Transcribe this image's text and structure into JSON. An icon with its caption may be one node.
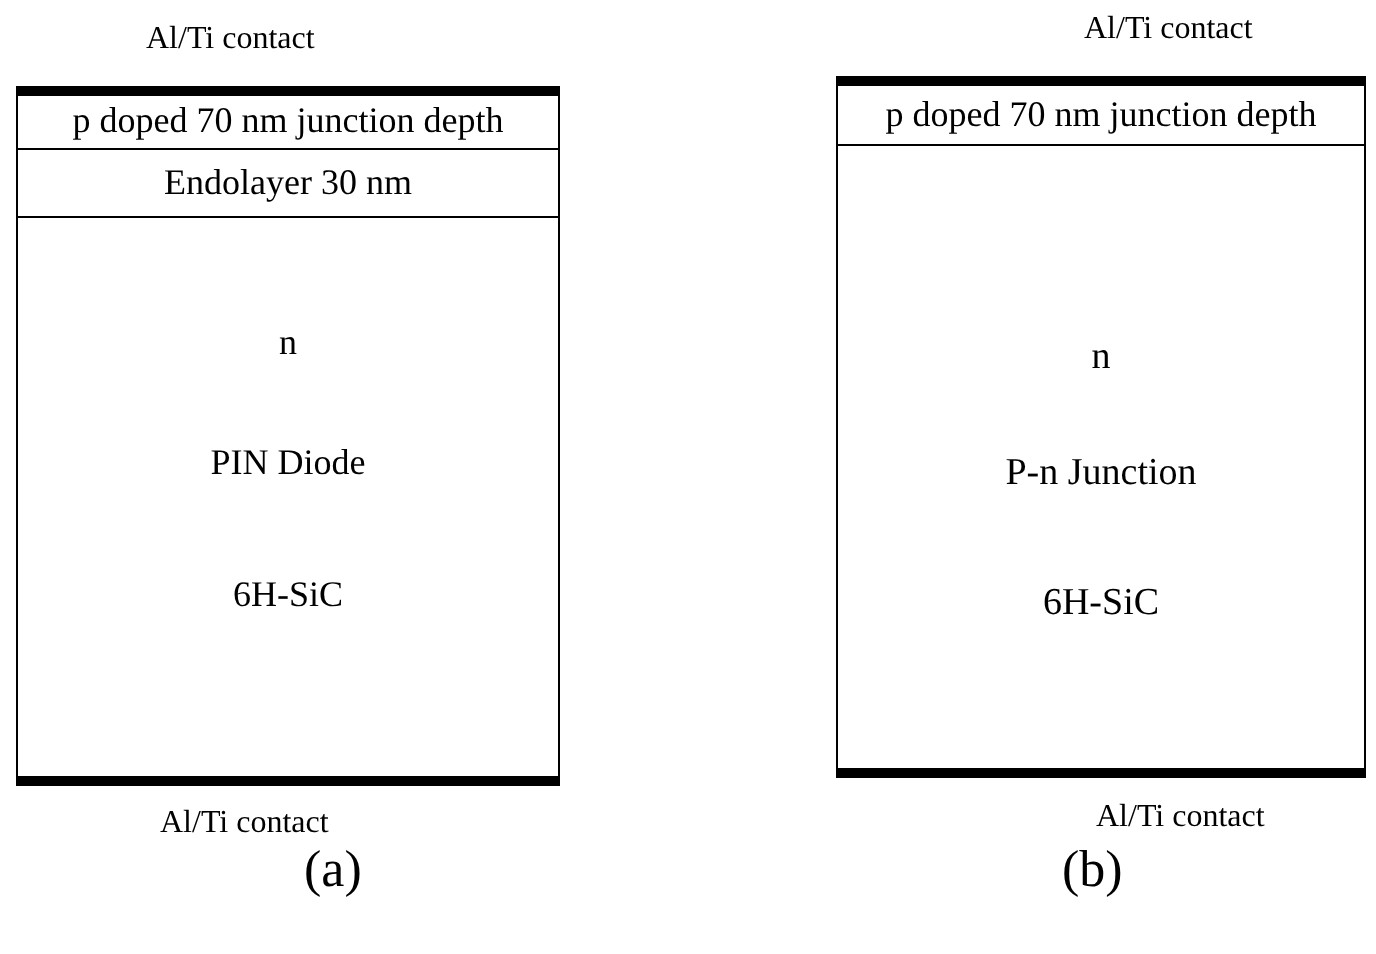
{
  "diagram": {
    "nodes": [
      {
        "text": [
          "p doped 70 nm junction depth"
        ]
      },
      {
        "text": [
          "Endolayer 30 nm"
        ]
      },
      {
        "text": [
          "n",
          "PIN Diode",
          "6H-SiC"
        ]
      },
      {
        "text": [
          "p doped 70 nm junction depth"
        ]
      },
      {
        "text": [
          "n",
          "P-n Junction",
          "6H-SiC"
        ]
      }
    ],
    "edges": [],
    "labels": [
      "Al/Ti contact",
      "Al/Ti contact",
      "Al/Ti contact",
      "Al/Ti contact",
      "(a)",
      "(b)"
    ]
  }
}
